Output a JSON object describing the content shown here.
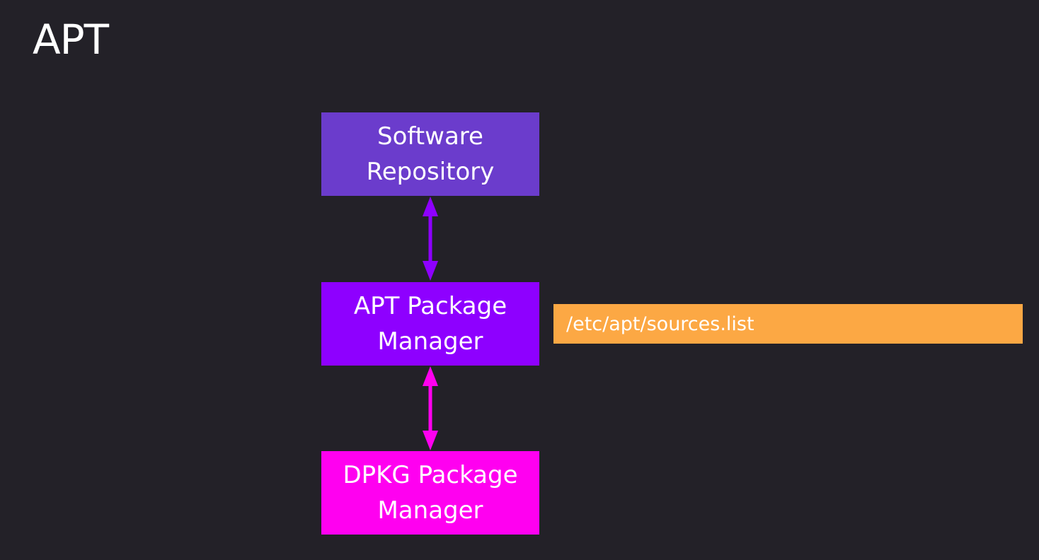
{
  "title": "APT",
  "diagram": {
    "nodes": {
      "repository": {
        "label": "Software\nRepository",
        "color": "#6b3ccc"
      },
      "apt": {
        "label": "APT Package\nManager",
        "color": "#8e00ff"
      },
      "dpkg": {
        "label": "DPKG Package\nManager",
        "color": "#ff00f0"
      }
    },
    "edges": [
      {
        "from": "repository",
        "to": "apt",
        "direction": "both",
        "color": "#8e00ff"
      },
      {
        "from": "apt",
        "to": "dpkg",
        "direction": "both",
        "color": "#ff00f0"
      }
    ],
    "config": {
      "label": "/etc/apt/sources.list",
      "color": "#fca844"
    }
  }
}
